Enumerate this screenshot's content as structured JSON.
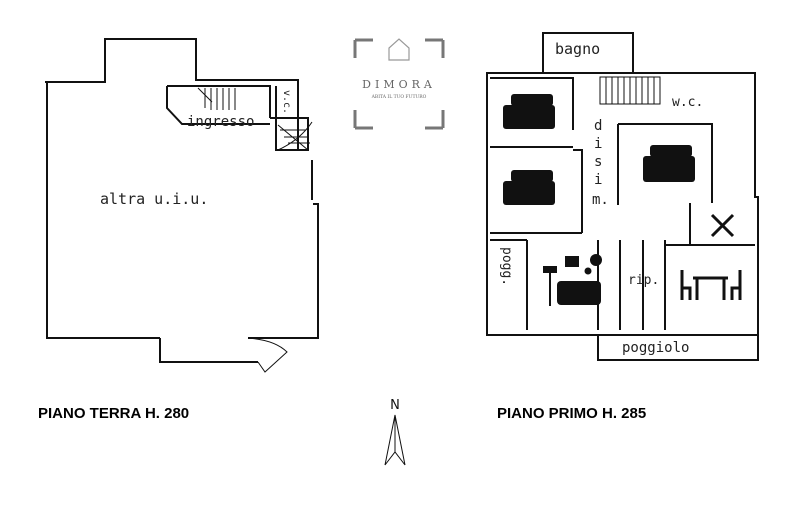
{
  "logo": {
    "brand": "DIMORA",
    "tagline": "ABITA IL TUO FUTURO"
  },
  "ground_floor": {
    "caption": "PIANO TERRA H. 280",
    "rooms": {
      "other_unit": "altra u.i.u.",
      "entrance": "ingresso",
      "wc": "v.c."
    }
  },
  "first_floor": {
    "caption": "PIANO PRIMO H. 285",
    "rooms": {
      "bathroom": "bagno",
      "wc": "w.c.",
      "hallway": [
        "d",
        "i",
        "s",
        "i",
        "m."
      ],
      "balcony_side": "pogg.",
      "storage": "rip.",
      "balcony": "poggiolo"
    },
    "icons": [
      "bed-icon",
      "bed-icon",
      "bed-icon",
      "kitchen-utensils-icon",
      "living-room-icon",
      "dining-table-icon"
    ]
  },
  "compass": {
    "label": "N"
  }
}
